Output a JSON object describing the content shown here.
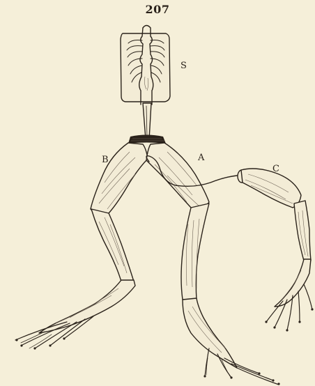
{
  "page": {
    "number": "207"
  },
  "figure": {
    "labels": {
      "S": "S",
      "A": "A",
      "B": "B",
      "C": "C"
    },
    "colors": {
      "paper": "#f5efd9",
      "ink": "#2a221a"
    }
  }
}
